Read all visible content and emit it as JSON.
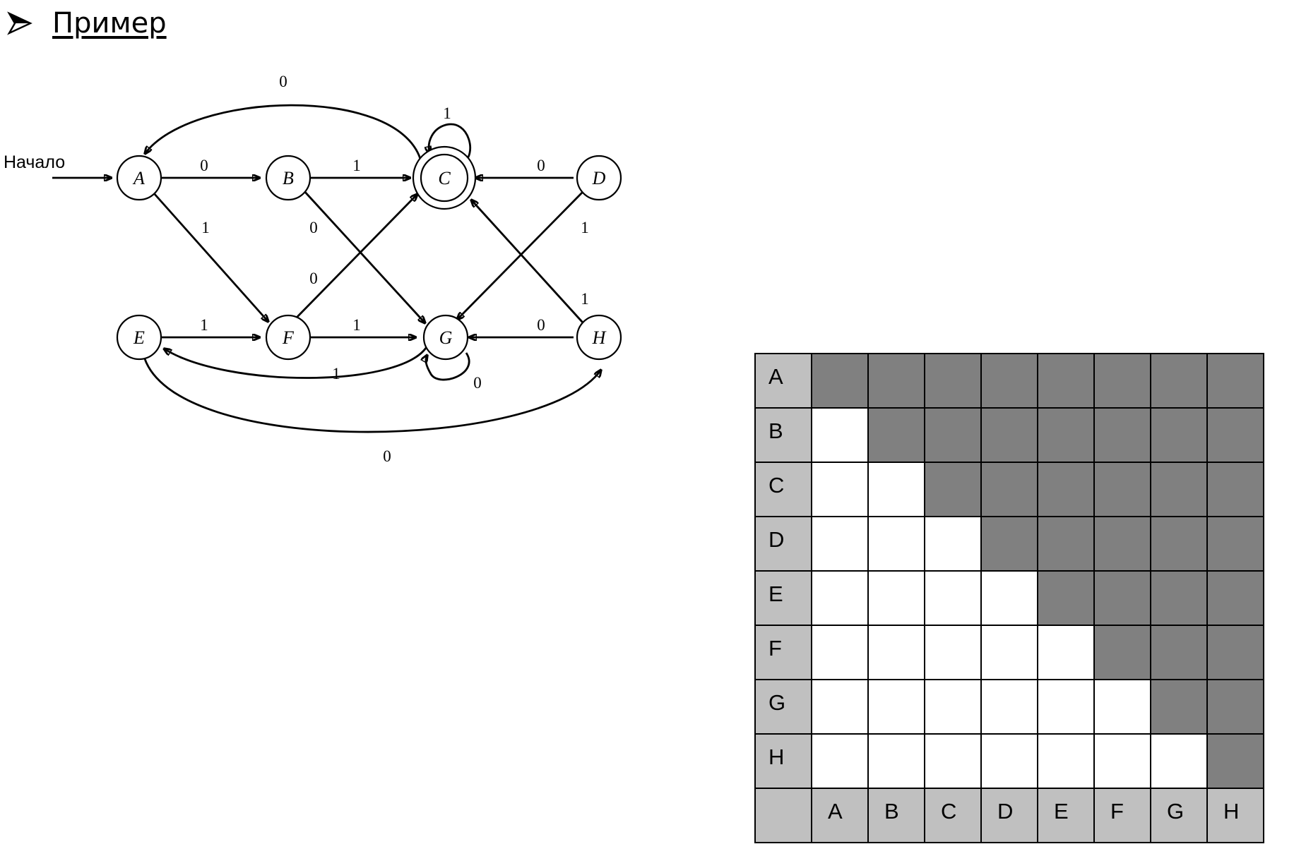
{
  "heading": {
    "title": "Пример",
    "bullet_icon": "arrowhead-bullet-icon"
  },
  "diagram": {
    "start_label": "Начало",
    "states": [
      {
        "id": "A",
        "accepting": false
      },
      {
        "id": "B",
        "accepting": false
      },
      {
        "id": "C",
        "accepting": true
      },
      {
        "id": "D",
        "accepting": false
      },
      {
        "id": "E",
        "accepting": false
      },
      {
        "id": "F",
        "accepting": false
      },
      {
        "id": "G",
        "accepting": false
      },
      {
        "id": "H",
        "accepting": false
      }
    ],
    "transitions": [
      {
        "from": "A",
        "to": "B",
        "symbol": "0"
      },
      {
        "from": "A",
        "to": "F",
        "symbol": "1"
      },
      {
        "from": "B",
        "to": "G",
        "symbol": "0"
      },
      {
        "from": "B",
        "to": "C",
        "symbol": "1"
      },
      {
        "from": "C",
        "to": "A",
        "symbol": "0"
      },
      {
        "from": "C",
        "to": "C",
        "symbol": "1"
      },
      {
        "from": "D",
        "to": "C",
        "symbol": "0"
      },
      {
        "from": "D",
        "to": "G",
        "symbol": "1"
      },
      {
        "from": "E",
        "to": "H",
        "symbol": "0"
      },
      {
        "from": "E",
        "to": "F",
        "symbol": "1"
      },
      {
        "from": "F",
        "to": "C",
        "symbol": "0"
      },
      {
        "from": "F",
        "to": "G",
        "symbol": "1"
      },
      {
        "from": "G",
        "to": "G",
        "symbol": "0"
      },
      {
        "from": "G",
        "to": "E",
        "symbol": "1"
      },
      {
        "from": "H",
        "to": "G",
        "symbol": "0"
      },
      {
        "from": "H",
        "to": "C",
        "symbol": "1"
      }
    ]
  },
  "table": {
    "row_labels": [
      "A",
      "B",
      "C",
      "D",
      "E",
      "F",
      "G",
      "H"
    ],
    "col_labels": [
      "A",
      "B",
      "C",
      "D",
      "E",
      "F",
      "G",
      "H"
    ],
    "dark_color": "#808080",
    "header_color": "#c0c0c0",
    "note_shading": "cells on and above the diagonal are shaded dark"
  }
}
